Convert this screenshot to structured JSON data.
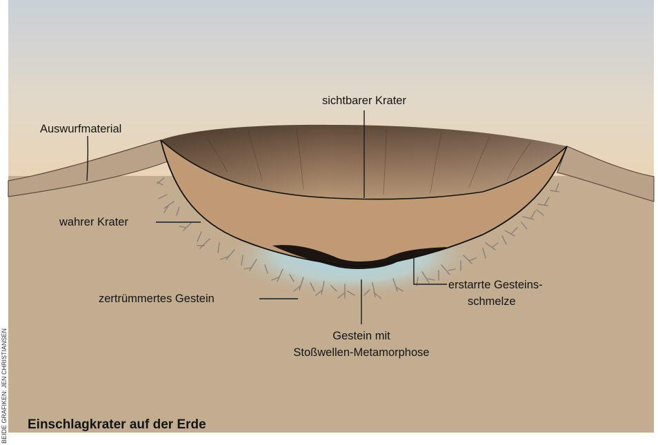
{
  "figure": {
    "title": "Einschlagkrater auf der Erde",
    "credit": "BEIDE GRAFIKEN: JEN CHRISTIANSEN",
    "labels": {
      "visible_crater": "sichtbarer Krater",
      "ejecta": "Auswurfmaterial",
      "true_crater": "wahrer Krater",
      "fractured_rock": "zertrümmertes Gestein",
      "melt_line1": "erstarrte Gesteins-",
      "melt_line2": "schmelze",
      "shock_line1": "Gestein mit",
      "shock_line2": "Stoßwellen-Metamorphose"
    }
  },
  "colors": {
    "sky_top": "#c9d0d8",
    "sky_bottom": "#ead4b4",
    "ground": "#c2ad91",
    "ejecta": "#b9a287",
    "crater_fill": "#c09a74",
    "crater_wall_dark": "#6b5440",
    "melt": "#1c1410",
    "shock_glow": "#9fd8ec",
    "crack": "#8a7f76"
  }
}
